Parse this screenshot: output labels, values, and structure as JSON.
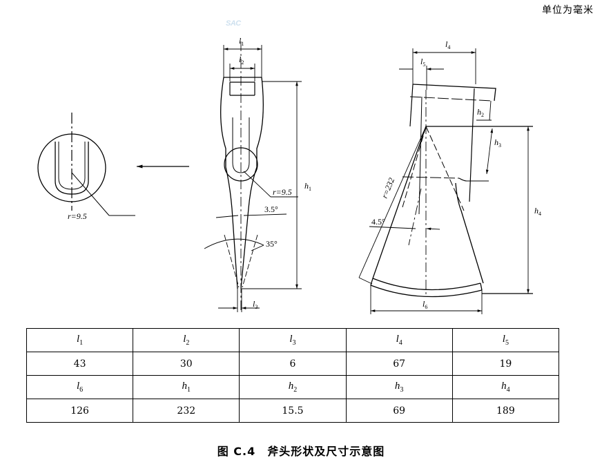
{
  "header": {
    "unit_note": "单位为毫米",
    "logo_text": "SAC"
  },
  "drawing_labels": {
    "l1": "l",
    "l1_sub": "1",
    "l2": "l",
    "l2_sub": "2",
    "l3": "l",
    "l3_sub": "3",
    "l4": "l",
    "l4_sub": "4",
    "l5": "l",
    "l5_sub": "5",
    "l6": "l",
    "l6_sub": "6",
    "h1": "h",
    "h1_sub": "1",
    "h2": "h",
    "h2_sub": "2",
    "h3": "h",
    "h3_sub": "3",
    "h4": "h",
    "h4_sub": "4",
    "r_detail": "r=9.5",
    "r_side": "r=9.5",
    "angle_small": "3.5°",
    "angle_large": "35°",
    "angle_front": "4.5°",
    "radius_arc": "r=232"
  },
  "table": {
    "rows": [
      [
        {
          "sym": "l",
          "sub": "1"
        },
        {
          "sym": "l",
          "sub": "2"
        },
        {
          "sym": "l",
          "sub": "3"
        },
        {
          "sym": "l",
          "sub": "4"
        },
        {
          "sym": "l",
          "sub": "5"
        }
      ],
      [
        "43",
        "30",
        "6",
        "67",
        "19"
      ],
      [
        {
          "sym": "l",
          "sub": "6"
        },
        {
          "sym": "h",
          "sub": "1"
        },
        {
          "sym": "h",
          "sub": "2"
        },
        {
          "sym": "h",
          "sub": "3"
        },
        {
          "sym": "h",
          "sub": "4"
        }
      ],
      [
        "126",
        "232",
        "15.5",
        "69",
        "189"
      ]
    ]
  },
  "caption": "图 C.4　斧头形状及尺寸示意图"
}
